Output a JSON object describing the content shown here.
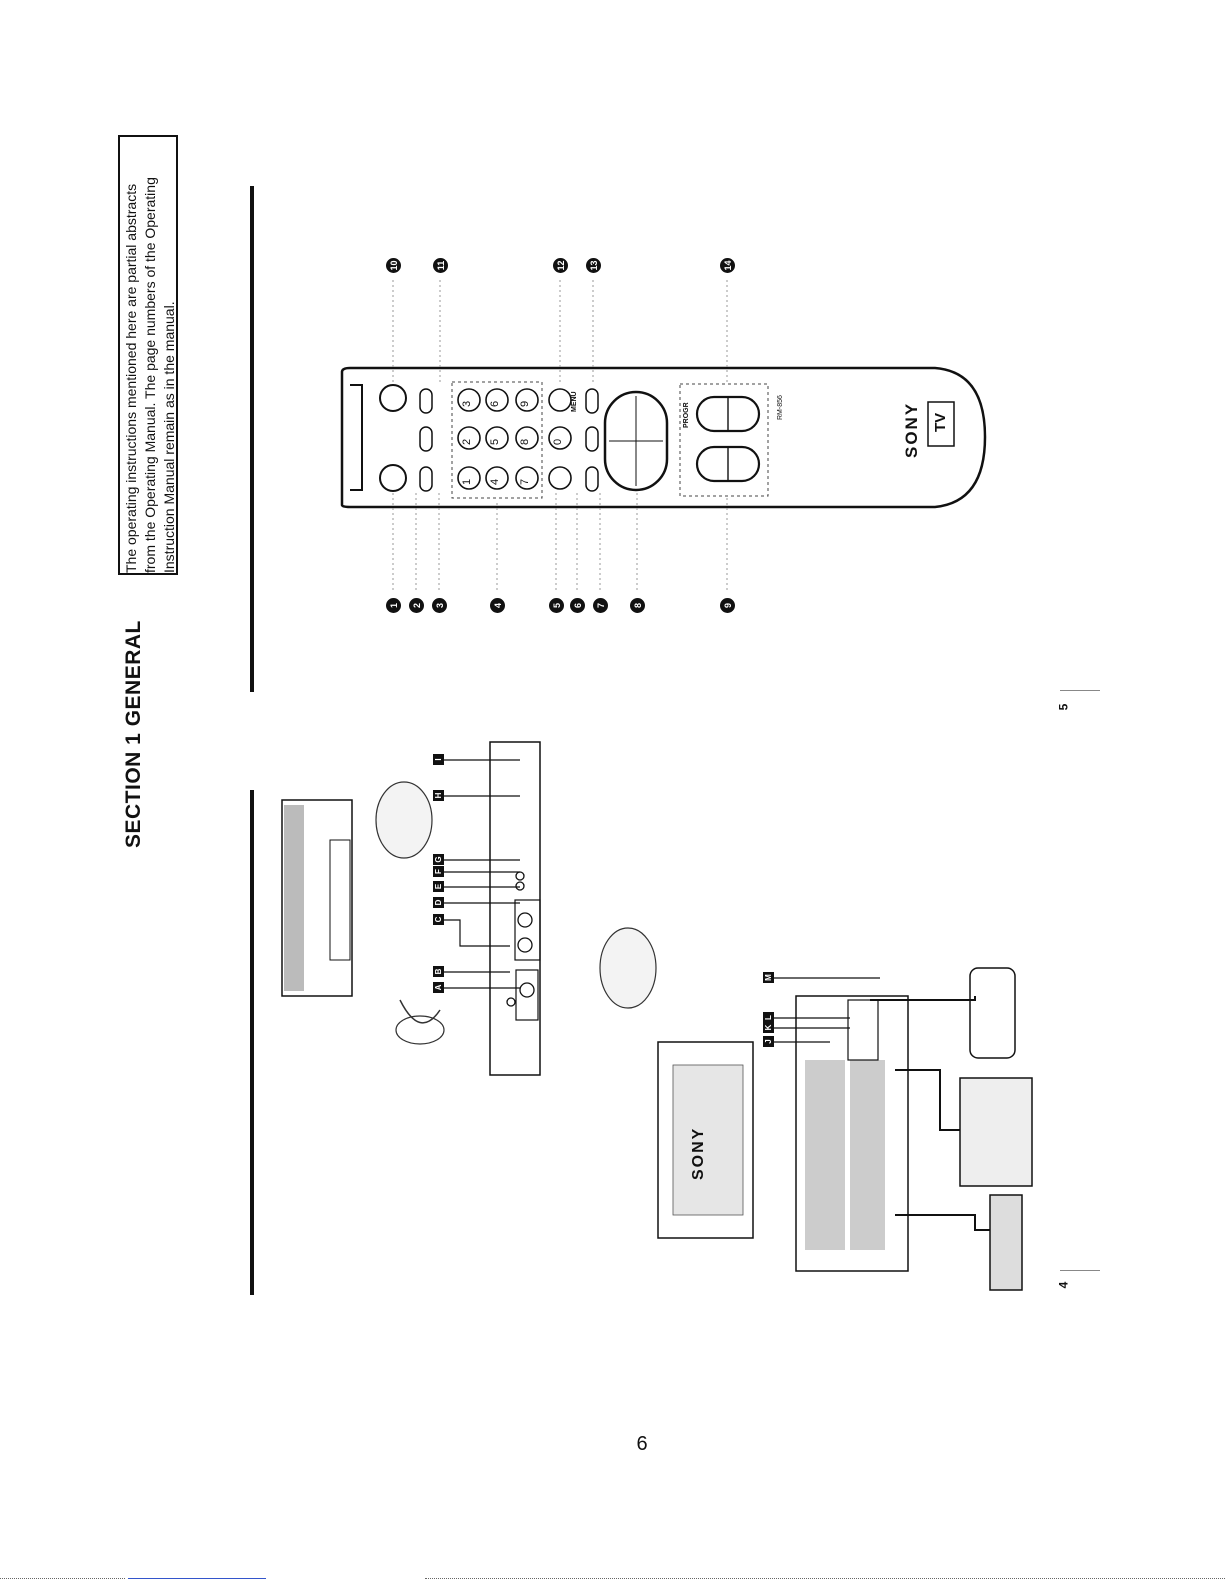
{
  "section_title": "SECTION 1 GENERAL",
  "note": {
    "lines": [
      "The operating instructions mentioned here are partial abstracts",
      "from the Operating Manual. The page numbers of the Operating",
      "Instruction Manual remain as in the manual."
    ]
  },
  "remote": {
    "callouts_left": [
      "1",
      "2",
      "3",
      "4",
      "5",
      "6",
      "7",
      "8",
      "9"
    ],
    "callouts_right": [
      "10",
      "11",
      "12",
      "13",
      "14"
    ],
    "number_keys": [
      "1",
      "2",
      "3",
      "4",
      "5",
      "6",
      "7",
      "8",
      "9",
      "0"
    ],
    "menu_label": "MENU",
    "progr_label": "PROGR",
    "model_label": "RM-856",
    "brand": "SONY",
    "tv_label": "TV"
  },
  "connections": {
    "labels_front": [
      "A",
      "B",
      "C",
      "D",
      "E",
      "F",
      "G",
      "H",
      "I"
    ],
    "labels_rear": [
      "J",
      "K",
      "L",
      "M"
    ],
    "tv_brand": "SONY"
  },
  "side_page_numbers": {
    "right": "5",
    "left": "4"
  },
  "page_number": "6"
}
